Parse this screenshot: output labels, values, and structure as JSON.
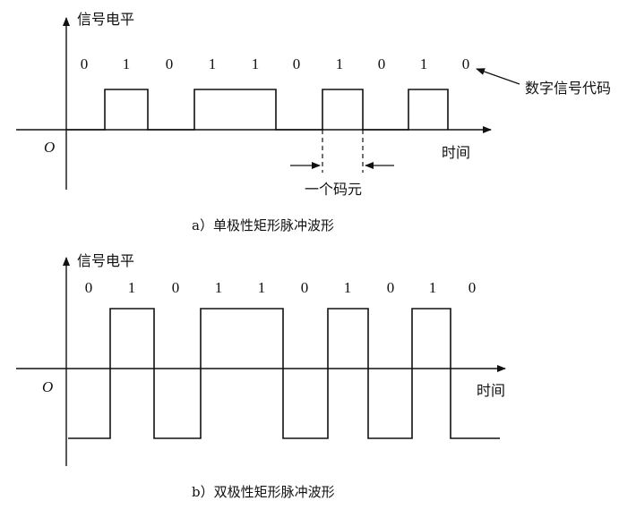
{
  "diagram_a": {
    "y_label": "信号电平",
    "x_label": "时间",
    "origin": "O",
    "bits": [
      "0",
      "1",
      "0",
      "1",
      "1",
      "0",
      "1",
      "0",
      "1",
      "0"
    ],
    "bit_code_label": "数字信号代码",
    "symbol_label": "一个码元",
    "caption": "a）单极性矩形脉冲波形"
  },
  "diagram_b": {
    "y_label": "信号电平",
    "x_label": "时间",
    "origin": "O",
    "bits": [
      "0",
      "1",
      "0",
      "1",
      "1",
      "0",
      "1",
      "0",
      "1",
      "0"
    ],
    "caption": "b）双极性矩形脉冲波形"
  }
}
